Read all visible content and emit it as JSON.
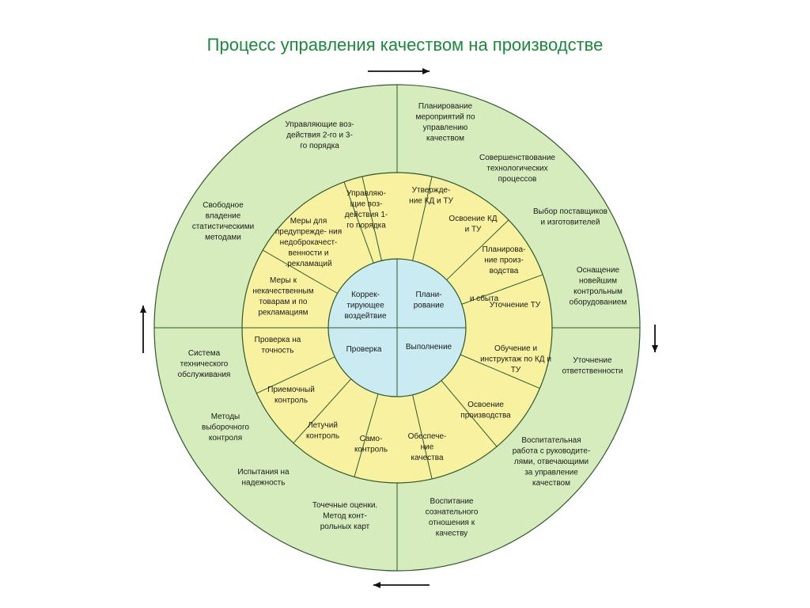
{
  "title": "Процесс управления качеством на производстве",
  "colors": {
    "outer_ring": "#d6ecbd",
    "middle_ring": "#f8f1a0",
    "center": "#c9ebf1",
    "stroke": "#2e5a2e",
    "title": "#1a8a3a"
  },
  "center": {
    "q_tl": [
      "Коррек-",
      "тирующее",
      "воздейтвие"
    ],
    "q_tr": [
      "Плани-",
      "рование"
    ],
    "q_bl": [
      "Проверка"
    ],
    "q_br": [
      "Выполнение"
    ]
  },
  "middle": {
    "m1": [
      "Управляю-",
      "щие воз-",
      "действия  1-",
      "го порядка"
    ],
    "m2": [
      "Утвержде-",
      "ние КД и ТУ"
    ],
    "m3": [
      "Освоение КД",
      "и ТУ"
    ],
    "m4": [
      "Планирова-",
      "ние произ-",
      "водства"
    ],
    "m5a": [
      "и сбыта"
    ],
    "m5b": [
      "Уточнение ТУ"
    ],
    "m6": [
      "Обучение и",
      "инструктаж по КД и",
      "ТУ"
    ],
    "m7": [
      "Освоение",
      "производства"
    ],
    "m8": [
      "Обеспече-",
      "ние",
      "качества"
    ],
    "m9": [
      "Само-",
      "контроль"
    ],
    "m10": [
      "Летучий",
      "контроль"
    ],
    "m11": [
      "Приемочный",
      "контроль"
    ],
    "m12": [
      "Проверка на",
      "точность"
    ],
    "m13": [
      "Меры к",
      "некачественным",
      "товарам и по",
      "рекламациям"
    ],
    "m14": [
      "Меры для",
      "предупрежде-  ния",
      "недоброкачест-",
      "венности и",
      ".рекламаций"
    ]
  },
  "outer": {
    "o1": [
      "Управляющие воз-",
      "действия   2-го и 3-",
      "го порядка"
    ],
    "o2": [
      "Свободное",
      "владение",
      "статистическими",
      "методами"
    ],
    "o3": [
      "Планирование",
      "мероприятий по",
      "управлению",
      "качеством"
    ],
    "o4": [
      "Совершенствование",
      "технологических",
      "процессов"
    ],
    "o5": [
      "Выбор поставщиков",
      "и изготовителей"
    ],
    "o6": [
      "Оснащение",
      "новейшим",
      "контрольным",
      "оборудованием"
    ],
    "o7": [
      "Уточнение",
      "ответственности"
    ],
    "o8": [
      "Воспитательная",
      "работа с руководите-",
      "лями, отвечающими",
      "за управление",
      "качеством"
    ],
    "o9": [
      "Воспитание",
      "сознательного",
      "отношения к",
      "качеству"
    ],
    "o10": [
      "Точечные оценки.",
      "Метод конт-",
      "рольных карт"
    ],
    "o11": [
      "Испытания на",
      "надежность"
    ],
    "o12": [
      "Методы",
      "выборочного",
      "контроля"
    ],
    "o13": [
      "Система",
      "технического",
      "обслуживания"
    ]
  },
  "icons": {
    "top_arrow": "arrow-right-icon",
    "right_arrow": "arrow-down-icon",
    "bottom_arrow": "arrow-left-icon",
    "left_arrow": "arrow-up-icon"
  }
}
